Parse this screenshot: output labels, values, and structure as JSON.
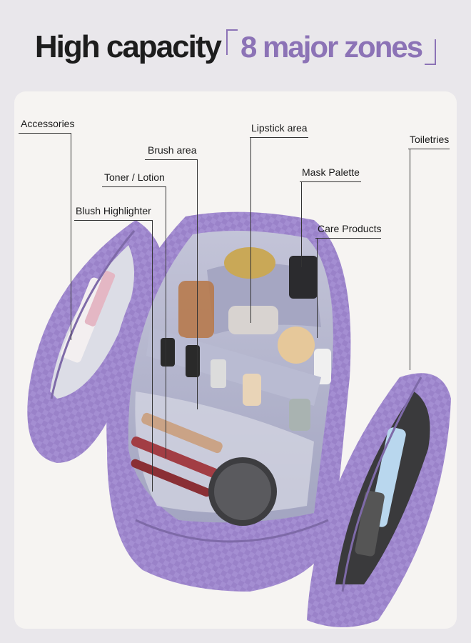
{
  "header": {
    "title": "High capacity",
    "subtitle": "8 major zones"
  },
  "colors": {
    "accent": "#8c73b6",
    "bag": "#a890d4",
    "lining": "#b6b6cc"
  },
  "labels": {
    "accessories": "Accessories",
    "brush_area": "Brush area",
    "lipstick_area": "Lipstick area",
    "toner_lotion": "Toner / Lotion",
    "mask_palette": "Mask Palette",
    "toiletries": "Toiletries",
    "blush_highlighter": "Blush Highlighter",
    "care_products": "Care Products"
  }
}
